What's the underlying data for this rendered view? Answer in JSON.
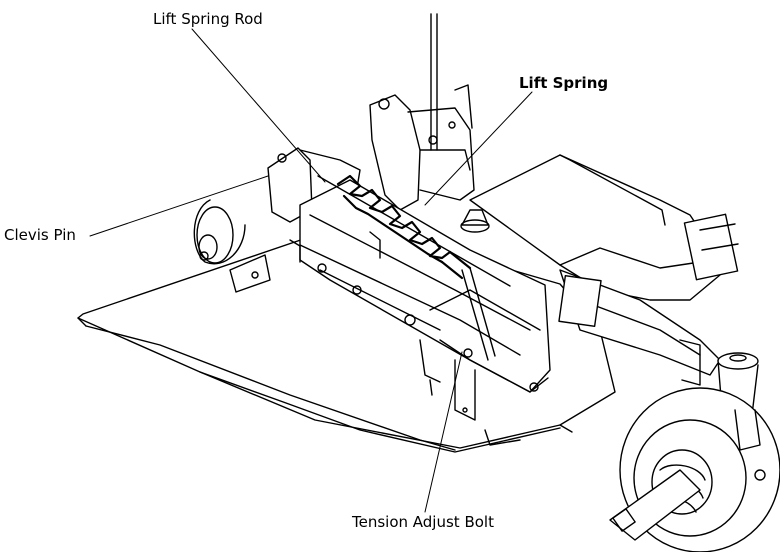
{
  "diagram": {
    "callouts": {
      "lift_spring_rod": "Lift Spring Rod",
      "lift_spring": "Lift Spring",
      "clevis_pin": "Clevis Pin",
      "tension_adjust_bolt": "Tension Adjust Bolt"
    },
    "colors": {
      "ink": "#000000",
      "paper": "#ffffff"
    }
  }
}
